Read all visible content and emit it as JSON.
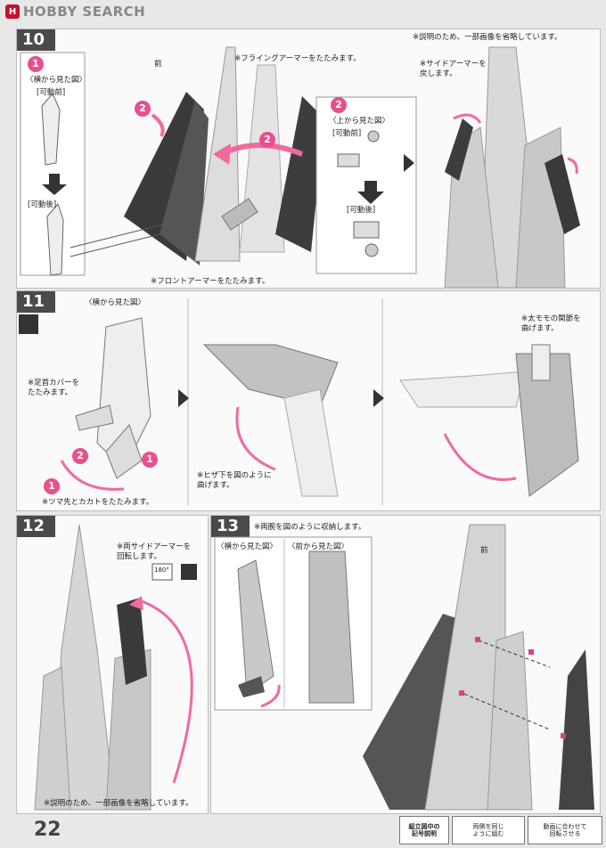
{
  "brand": {
    "name": "HOBBY SEARCH"
  },
  "page_number": "22",
  "steps": {
    "s10": {
      "number": "10",
      "note_flying_armor": "※フライングアーマーをたたみます。",
      "note_front_armor": "※フロントアーマーをたたみます。",
      "note_partial_omit": "※説明のため、一部画像を省略しています。",
      "note_side_armor": "※サイドアーマーを\n戻します。",
      "side_view": "〈横から見た図〉",
      "top_view": "〈上から見た図〉",
      "before_move": "[可動前]",
      "after_move": "[可動後]",
      "before_move_2": "[可動前]",
      "after_move_2": "[可動後]",
      "front_label": "前"
    },
    "s11": {
      "number": "11",
      "side_view": "〈横から見た図〉",
      "note_ankle_cover": "※足首カバーを\nたたみます。",
      "note_toe_heel": "※ツマ先とカカトをたたみます。",
      "note_knee": "※ヒザ下を図のように\n曲げます。",
      "note_thigh": "※太モモの関節を\n曲げます。"
    },
    "s12": {
      "number": "12",
      "note_side_armor": "※両サイドアーマーを\n回転します。",
      "note_partial_omit": "※説明のため、一部画像を省略しています。",
      "rotation": "180°"
    },
    "s13": {
      "number": "13",
      "note_arms": "※両腕を図のように収納します。",
      "side_view": "〈横から見た図〉",
      "front_view": "〈前から見た図〉",
      "front_label": "前"
    }
  },
  "legend": {
    "title": "組立図中の\n記号説明",
    "symmetric": "両側を同じ\nように組む",
    "move": "動画に合わせて\n回転させる"
  },
  "colors": {
    "accent": "#e8508c",
    "panel_header": "#4a4a4a"
  }
}
